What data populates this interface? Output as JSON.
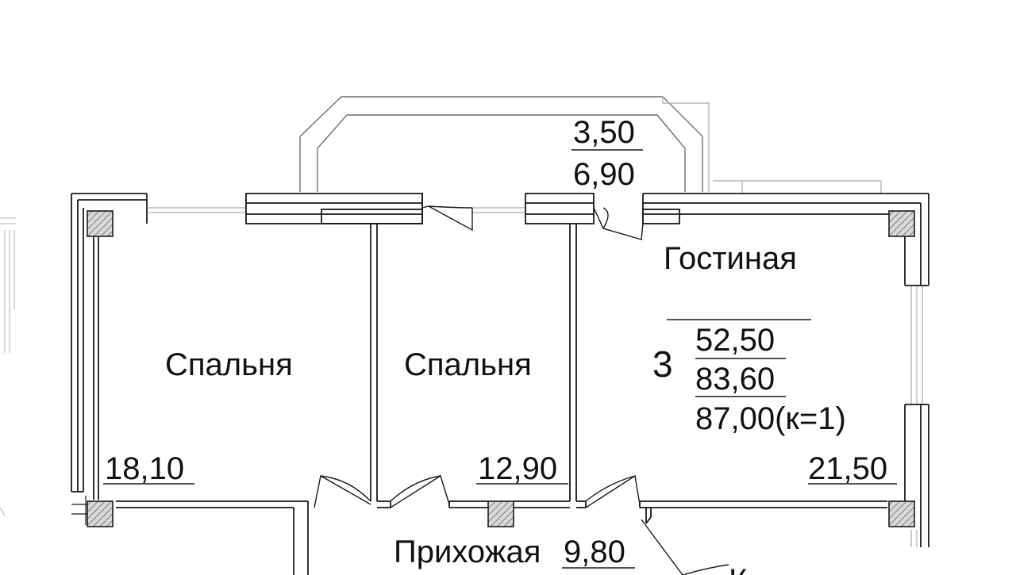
{
  "plan": {
    "rooms": [
      {
        "id": "bedroom-left",
        "name": "Спальня",
        "area": "18,10"
      },
      {
        "id": "bedroom-mid",
        "name": "Спальня",
        "area": "12,90"
      },
      {
        "id": "living",
        "name": "Гостиная",
        "area": "21,50"
      },
      {
        "id": "hallway",
        "name": "Прихожая",
        "area": "9,80"
      }
    ],
    "balcony": {
      "area": "3,50",
      "total": "6,90"
    },
    "apartment": {
      "rooms_count": "3",
      "living_area": "52,50",
      "total_area": "83,60",
      "total_with_balcony": "87,00(к=1)"
    },
    "partial_label": "К"
  },
  "colors": {
    "line": "#1a1a1a",
    "light_line": "#9a9a9a",
    "column_fill": "#cfcfcf"
  }
}
